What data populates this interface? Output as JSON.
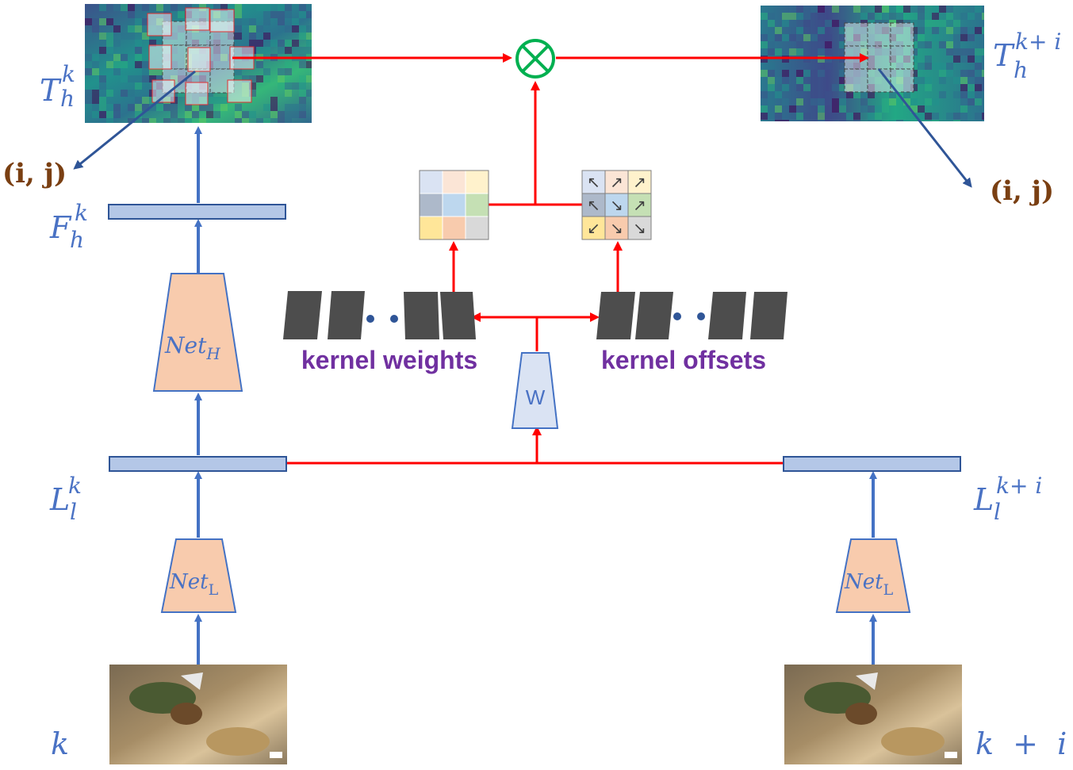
{
  "labels": {
    "t_h_k": {
      "base": "T",
      "sub": "h",
      "sup": "k"
    },
    "t_h_ki": {
      "base": "T",
      "sub": "h",
      "sup": "k+ i"
    },
    "f_h_k": {
      "base": "F",
      "sub": "h",
      "sup": "k"
    },
    "l_l_k": {
      "base": "L",
      "sub": "l",
      "sup": "k"
    },
    "l_l_ki": {
      "base": "L",
      "sub": "l",
      "sup": "k+ i"
    },
    "frame_k": "k",
    "frame_ki": "k  +  i",
    "ij_left": "(i, j)",
    "ij_right": "(i, j)"
  },
  "nets": {
    "net_h": {
      "base": "Net",
      "sub": "H"
    },
    "net_l_left": {
      "base": "Net",
      "sub": "L"
    },
    "net_l_right": {
      "base": "Net",
      "sub": "L"
    },
    "w": "W"
  },
  "kernel_weights_label": "kernel weights",
  "kernel_offsets_label": "kernel offsets",
  "multiply_symbol": "⊗",
  "colors": {
    "blue_text": "#4a72c4",
    "purple_text": "#7030a0",
    "brown_text": "#7a3f12",
    "red_line": "#ff0000",
    "blue_arrow": "#4472c4",
    "net_fill": "#f8cbad",
    "net_stroke": "#4472c4",
    "feature_bar": "#b4c7e7",
    "w_fill": "#dae3f3",
    "dark_block": "#4d4d4d",
    "green_circle": "#00b050"
  },
  "kernel_weight_cells": [
    "#dae3f3",
    "#fbe5d6",
    "#fff2cc",
    "#adb9ca",
    "#bdd7ee",
    "#c5e0b4",
    "#ffe699",
    "#f8cbad",
    "#d9d9d9"
  ],
  "kernel_offset_cells": [
    {
      "color": "#dae3f3",
      "arrow": "↖"
    },
    {
      "color": "#fbe5d6",
      "arrow": "↗"
    },
    {
      "color": "#fff2cc",
      "arrow": "↗"
    },
    {
      "color": "#adb9ca",
      "arrow": "↖"
    },
    {
      "color": "#bdd7ee",
      "arrow": "↘"
    },
    {
      "color": "#c5e0b4",
      "arrow": "↗"
    },
    {
      "color": "#ffe699",
      "arrow": "↙"
    },
    {
      "color": "#f8cbad",
      "arrow": "↘"
    },
    {
      "color": "#d9d9d9",
      "arrow": "↘"
    }
  ]
}
